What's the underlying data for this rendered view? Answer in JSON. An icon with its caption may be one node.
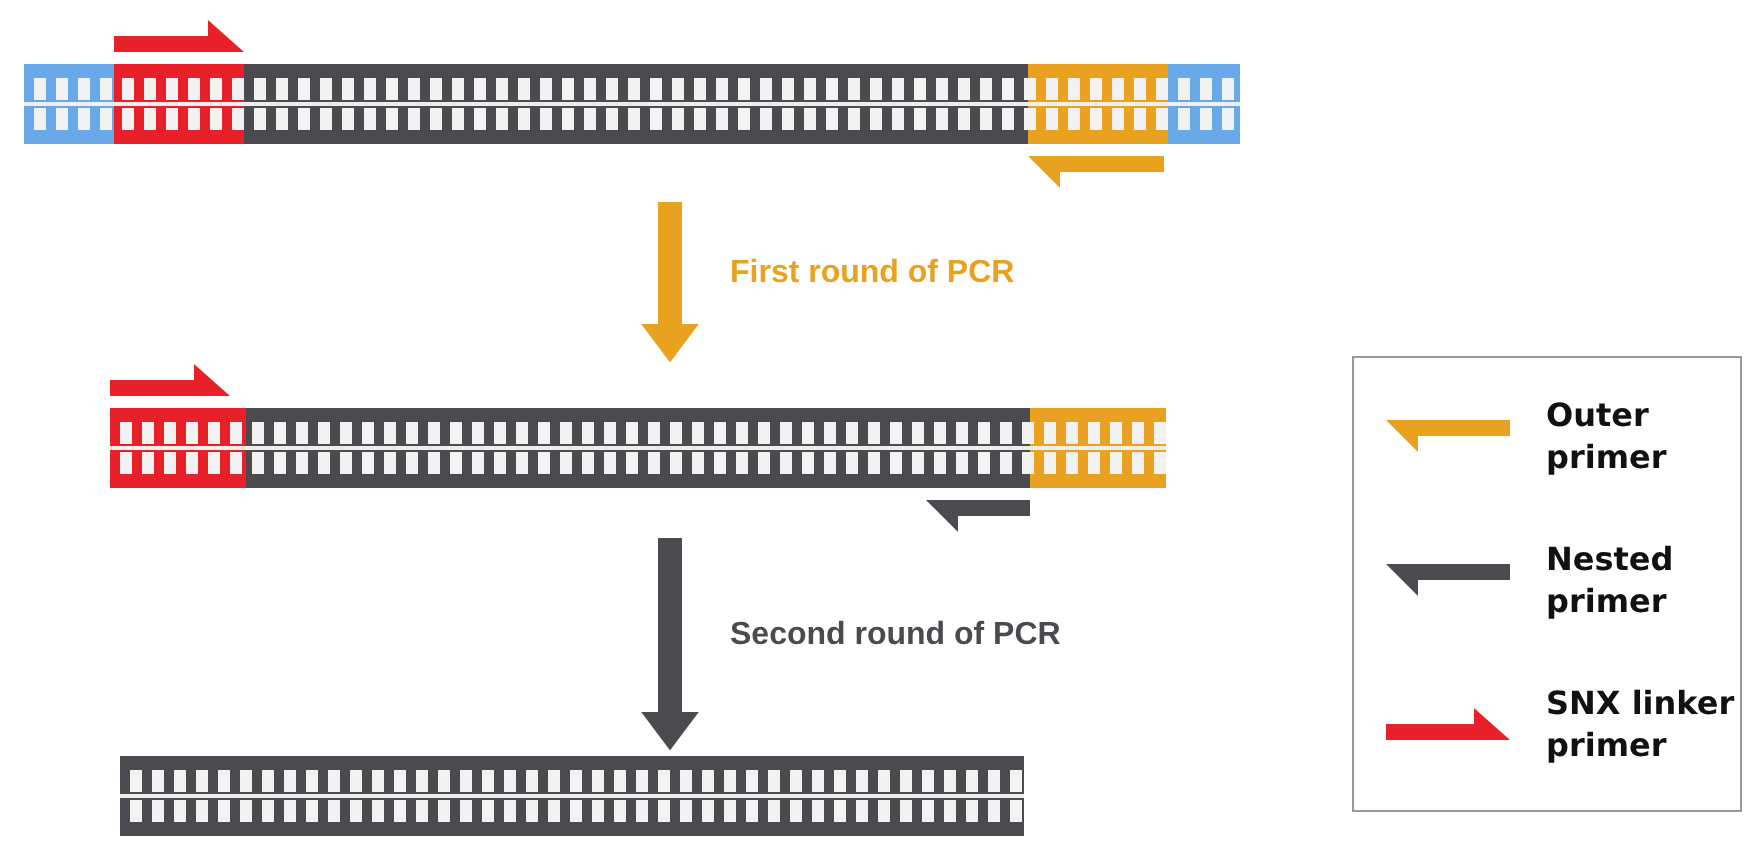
{
  "diagram": {
    "nodes": [
      {
        "text": [],
        "shape": "picture"
      },
      {
        "text": [],
        "shape": "picture"
      },
      {
        "text": [],
        "shape": "picture"
      }
    ],
    "edges": [
      {
        "from": 0,
        "to": 1,
        "arrow": "to",
        "label": "First round of PCR",
        "color": "#e9a21f"
      },
      {
        "from": 1,
        "to": 2,
        "arrow": "to",
        "label": "Second round of PCR",
        "color": "#4a4a4f"
      }
    ],
    "legend": [
      {
        "text": "Outer primer"
      },
      {
        "text": "Nested primer"
      },
      {
        "text": "SNX linker primer"
      }
    ]
  }
}
